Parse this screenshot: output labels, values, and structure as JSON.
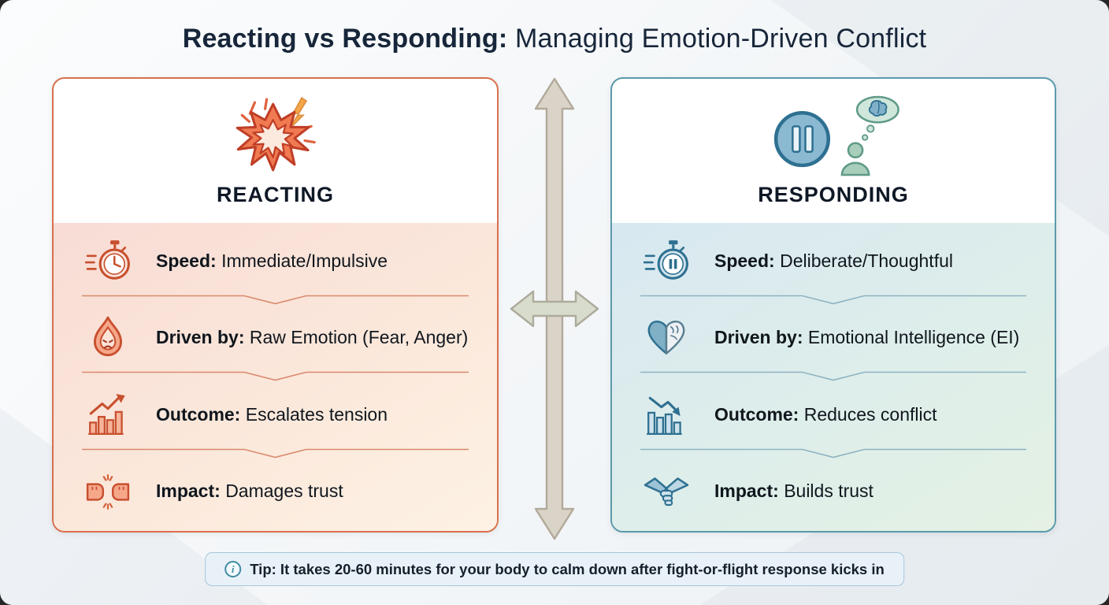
{
  "title": {
    "bold": "Reacting vs Responding:",
    "rest": "Managing Emotion-Driven Conflict"
  },
  "left_card": {
    "heading": "REACTING",
    "icon": "explosion-icon",
    "accent_color": "#d9704c",
    "rows": [
      {
        "icon": "stopwatch-icon",
        "label": "Speed:",
        "value": "Immediate/Impulsive"
      },
      {
        "icon": "flame-icon",
        "label": "Driven by:",
        "value": "Raw Emotion (Fear, Anger)"
      },
      {
        "icon": "chart-up-icon",
        "label": "Outcome:",
        "value": "Escalates tension"
      },
      {
        "icon": "fists-icon",
        "label": "Impact:",
        "value": "Damages trust"
      }
    ]
  },
  "right_card": {
    "heading": "RESPONDING",
    "icon": "pause-thought-icon",
    "accent_color": "#5b9aab",
    "rows": [
      {
        "icon": "stopwatch-pause-icon",
        "label": "Speed:",
        "value": "Deliberate/Thoughtful"
      },
      {
        "icon": "heart-brain-icon",
        "label": "Driven by:",
        "value": "Emotional Intelligence (EI)"
      },
      {
        "icon": "chart-down-icon",
        "label": "Outcome:",
        "value": "Reduces conflict"
      },
      {
        "icon": "handshake-icon",
        "label": "Impact:",
        "value": "Builds trust"
      }
    ]
  },
  "center": {
    "icons": [
      "vertical-double-arrow-icon",
      "horizontal-double-arrow-icon"
    ],
    "arrow_color": "#d9d3c7"
  },
  "tip": {
    "icon": "info-icon",
    "icon_glyph": "i",
    "label": "Tip:",
    "text": "It takes 20-60 minutes for your body to calm down after fight-or-flight response kicks in"
  }
}
